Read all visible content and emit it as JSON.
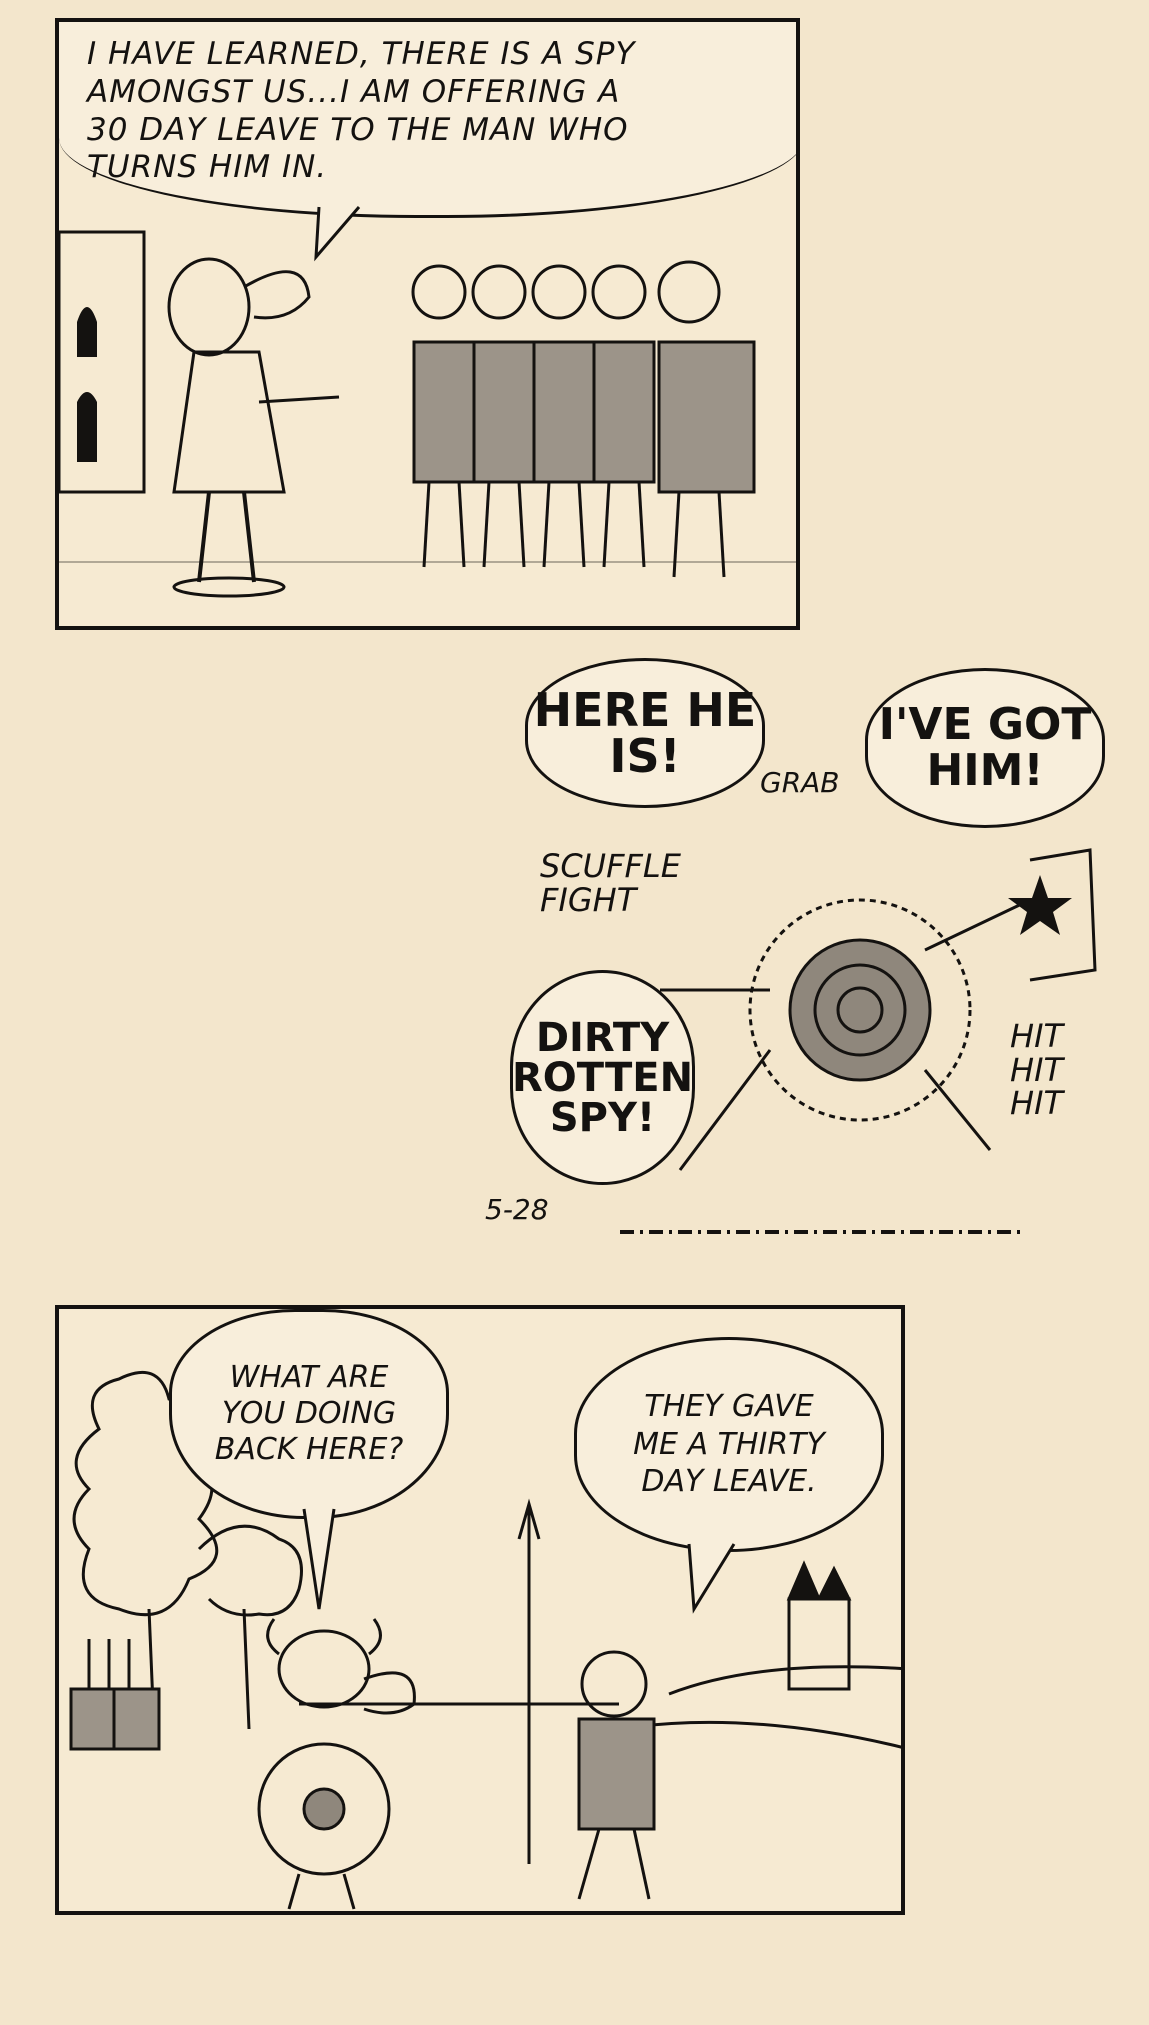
{
  "panel1": {
    "speech": "I HAVE LEARNED, THERE IS A SPY\nAMONGST US...I AM OFFERING A\n30 DAY LEAVE TO THE MAN WHO\nTURNS HIM IN."
  },
  "panel2": {
    "speech_here": "HERE HE\nIS!",
    "speech_got": "I'VE GOT\nHIM!",
    "speech_dirty": "DIRTY\nROTTEN\nSPY!",
    "sfx_grab": "GRAB",
    "sfx_scuffle": "SCUFFLE\nFIGHT",
    "sfx_hit": "HIT\nHIT\nHIT",
    "date": "5-28"
  },
  "panel3": {
    "speech_viking": "WHAT ARE\nYOU DOING\nBACK HERE?",
    "speech_soldier": "THEY GAVE\nME A THIRTY\nDAY LEAVE."
  },
  "colors": {
    "paper": "#f3e6cc",
    "ink": "#141210"
  }
}
